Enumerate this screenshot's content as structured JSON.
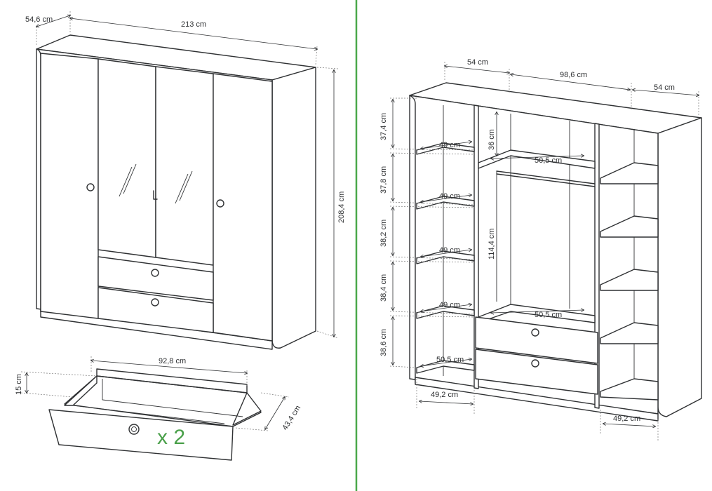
{
  "colors": {
    "divider": "#4aa84a",
    "drawing": "#2f3133",
    "multiplier_text": "#4aa04a"
  },
  "front_view": {
    "depth": "54,6 cm",
    "width": "213 cm",
    "height": "208,4 cm"
  },
  "drawer_view": {
    "width": "92,8 cm",
    "height": "15 cm",
    "depth": "43,4 cm",
    "quantity": "x 2"
  },
  "interior_view": {
    "top_left": "54 cm",
    "top_mid": "98,6 cm",
    "top_right": "54 cm",
    "shelf_heights": [
      "37,4 cm",
      "37,8 cm",
      "38,2 cm",
      "38,4 cm",
      "38,6 cm"
    ],
    "shelf_depths": [
      "49 cm",
      "49 cm",
      "49 cm",
      "49 cm",
      "50,5 cm"
    ],
    "hanging_height": "36 cm",
    "hanging_depth_top": "50,5 cm",
    "hanging_rail_height": "114,4 cm",
    "drawer_depth": "50,5 cm",
    "bottom_left": "49,2 cm",
    "bottom_right": "49,2 cm"
  }
}
